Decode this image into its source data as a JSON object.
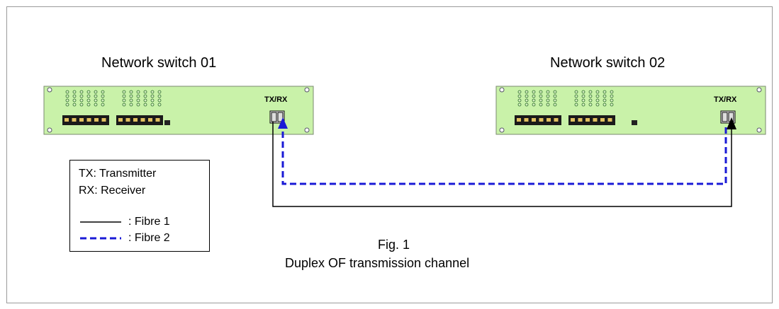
{
  "switches": [
    {
      "title": "Network switch 01",
      "port_label": "TX/RX"
    },
    {
      "title": "Network switch 02",
      "port_label": "TX/RX"
    }
  ],
  "legend": {
    "line1": "TX: Transmitter",
    "line2": "RX: Receiver",
    "fibre1": ": Fibre 1",
    "fibre2": ": Fibre 2"
  },
  "caption": {
    "fig": "Fig. 1",
    "title": "Duplex OF transmission channel"
  },
  "colors": {
    "switch_panel": "#c9f2a9",
    "fibre1": "#000000",
    "fibre2": "#1a1ad6",
    "frame": "#9a9a9a"
  }
}
